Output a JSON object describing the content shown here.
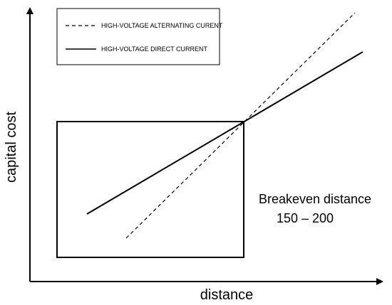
{
  "chart_data": {
    "type": "line",
    "xlabel": "distance",
    "ylabel": "capital cost",
    "legend": {
      "position": "top-left",
      "entries": [
        {
          "label": "HIGH-VOLTAGE ALTERNATING CURENT",
          "style": "dashed"
        },
        {
          "label": "HIGH-VOLTAGE DIRECT CURRENT",
          "style": "solid"
        }
      ]
    },
    "annotation": {
      "line1": "Breakeven distance",
      "line2": "150 – 200"
    },
    "grid": false,
    "ticks": false,
    "colors": {
      "line": "#000000",
      "background": "#ffffff"
    }
  }
}
